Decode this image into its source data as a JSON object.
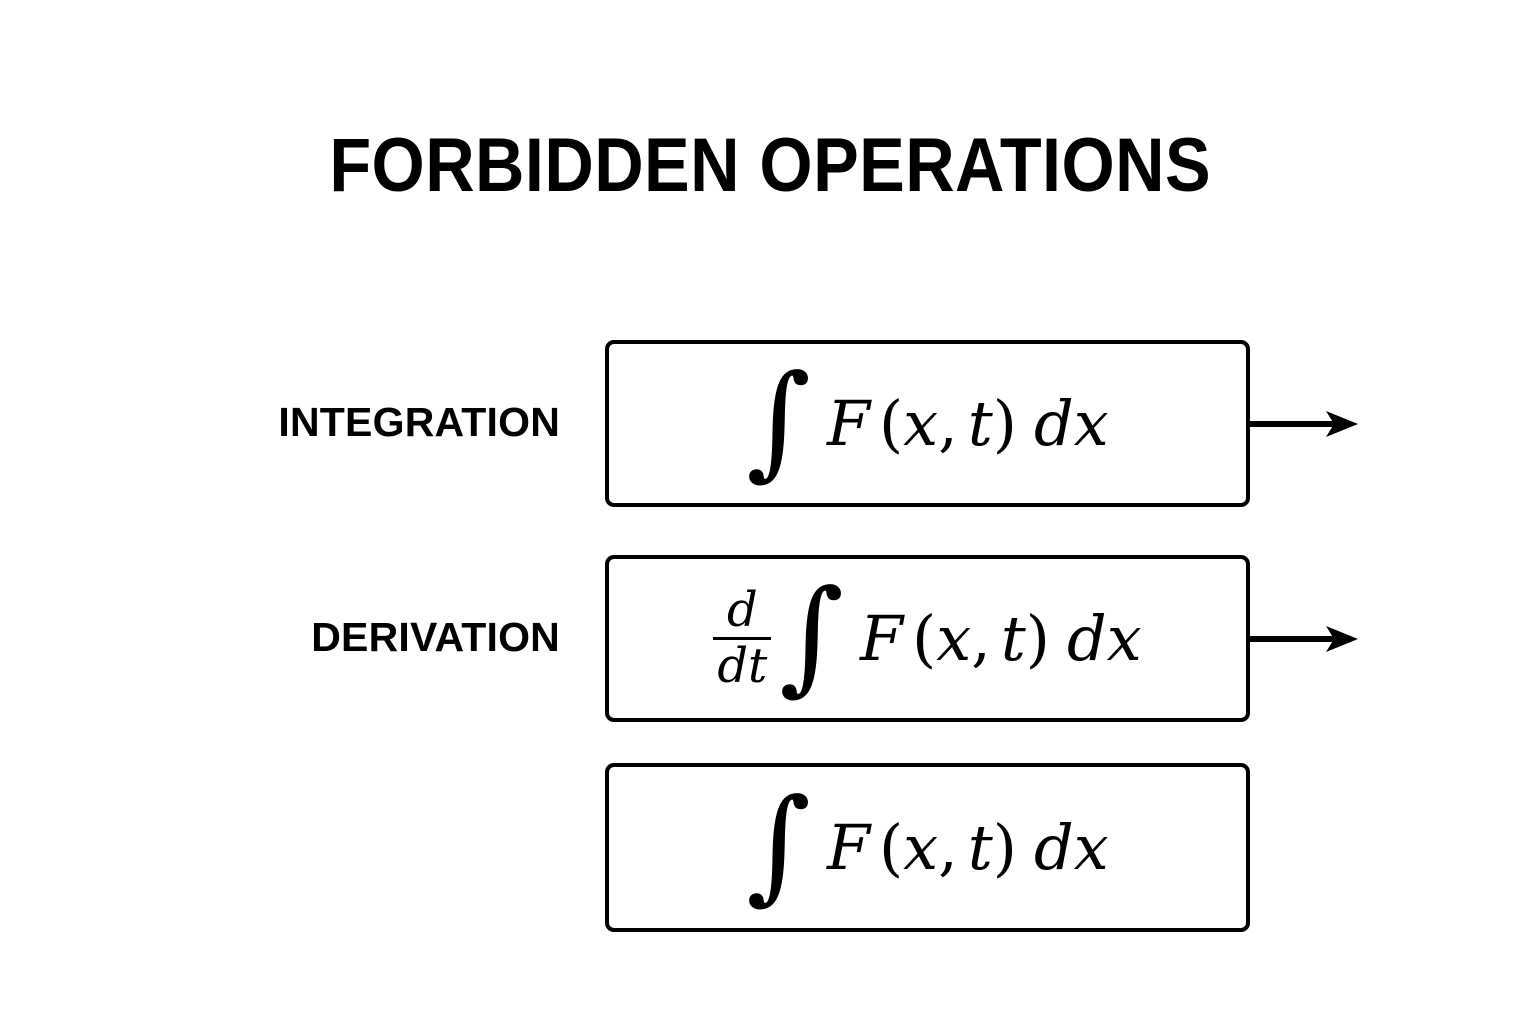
{
  "page": {
    "title": "FORBIDDEN OPERATIONS",
    "background_color": "#ffffff",
    "ink_color": "#000000"
  },
  "diagram": {
    "type": "flow-boxes",
    "rows": [
      {
        "label": "INTEGRATION",
        "has_label": true,
        "has_arrow": true,
        "formula_text": "∫ F(x, t) dx",
        "formula": {
          "kind": "integral",
          "integral_sign": "∫",
          "function": "F",
          "open_paren": "(",
          "var_x": "x",
          "comma": ",",
          "var_t": "t",
          "close_paren": ")",
          "differential_d": "d",
          "differential_var": "x"
        }
      },
      {
        "label": "DERIVATION",
        "has_label": true,
        "has_arrow": true,
        "formula_text": "d/dt ∫ F(x, t) dx",
        "formula": {
          "kind": "derivative-of-integral",
          "fraction_numerator": "d",
          "fraction_denominator": "dt",
          "integral_sign": "∫",
          "function": "F",
          "open_paren": "(",
          "var_x": "x",
          "comma": ",",
          "var_t": "t",
          "close_paren": ")",
          "differential_d": "d",
          "differential_var": "x"
        }
      },
      {
        "label": "",
        "has_label": false,
        "has_arrow": false,
        "formula_text": "∫ F(x, t) dx",
        "formula": {
          "kind": "integral",
          "integral_sign": "∫",
          "function": "F",
          "open_paren": "(",
          "var_x": "x",
          "comma": ",",
          "var_t": "t",
          "close_paren": ")",
          "differential_d": "d",
          "differential_var": "x"
        }
      }
    ]
  }
}
